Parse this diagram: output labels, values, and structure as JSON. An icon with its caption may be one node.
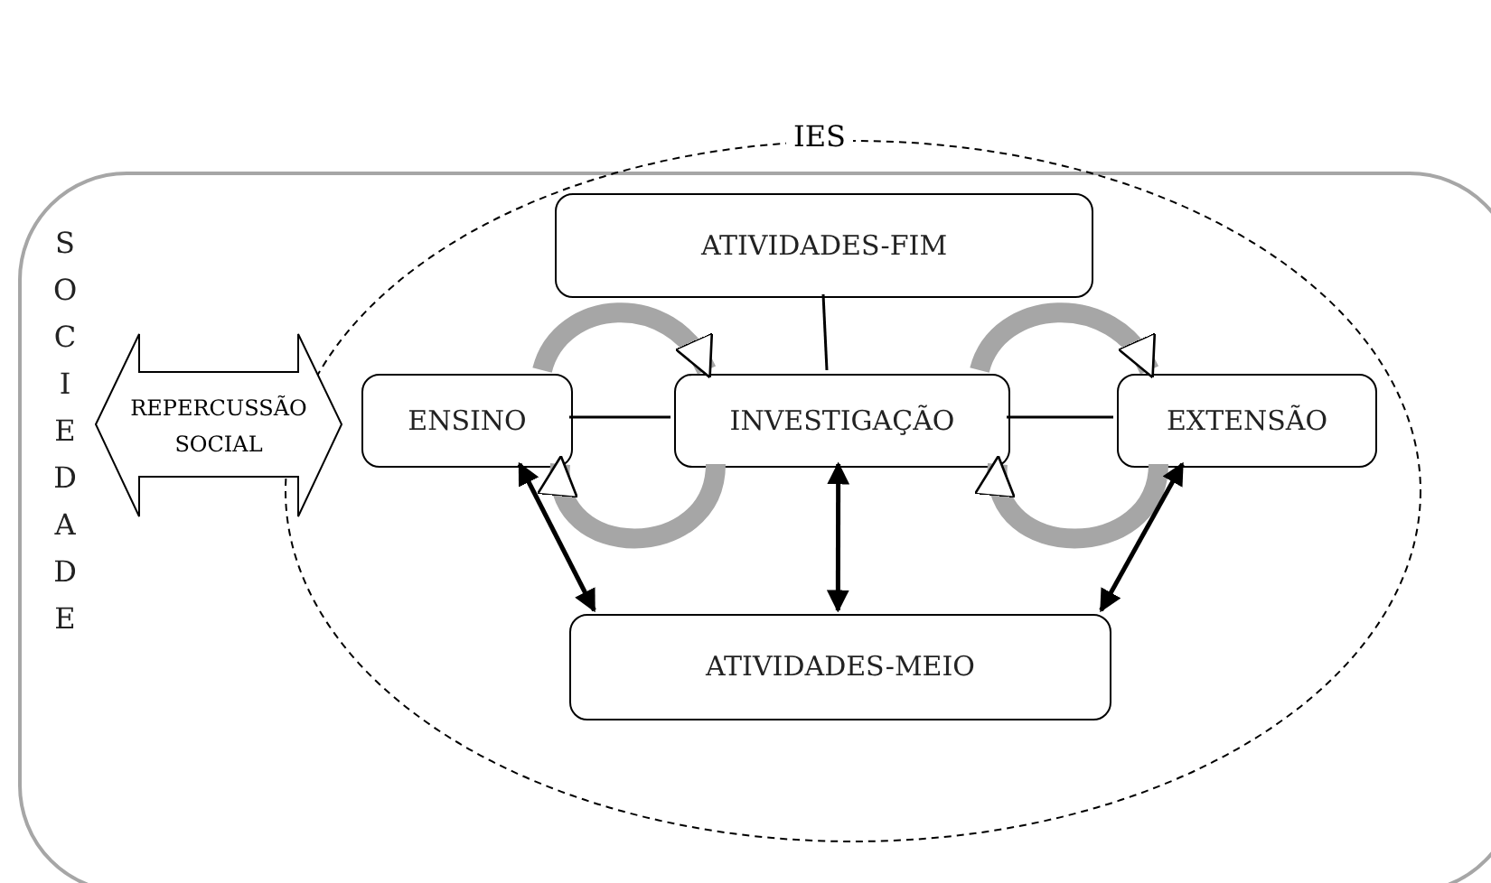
{
  "diagram": {
    "nodes": [
      {
        "text": [
          "SOCIEDADE"
        ]
      },
      {
        "text": [
          "IES"
        ],
        "in": 0
      },
      {
        "text": [
          "ATIVIDADES-FIM"
        ],
        "in": 1
      },
      {
        "text": [
          "ENSINO"
        ],
        "in": 1
      },
      {
        "text": [
          "INVESTIGAÇÃO"
        ],
        "in": 1
      },
      {
        "text": [
          "EXTENSÃO"
        ],
        "in": 1
      },
      {
        "text": [
          "ATIVIDADES-MEIO"
        ],
        "in": 1
      },
      {
        "text": [
          "REPERCUSSÃO SOCIAL"
        ],
        "in": 0
      }
    ],
    "edges": [
      {
        "from": 2,
        "to": 4,
        "arrow": "none"
      },
      {
        "from": 3,
        "to": 4,
        "arrow": "none"
      },
      {
        "from": 4,
        "to": 5,
        "arrow": "none"
      },
      {
        "from": 3,
        "to": 4,
        "arrow": "to",
        "style": "thick",
        "color": "#a6a6a6"
      },
      {
        "from": 4,
        "to": 3,
        "arrow": "to",
        "style": "thick",
        "color": "#a6a6a6"
      },
      {
        "from": 4,
        "to": 5,
        "arrow": "to",
        "style": "thick",
        "color": "#a6a6a6"
      },
      {
        "from": 5,
        "to": 4,
        "arrow": "to",
        "style": "thick",
        "color": "#a6a6a6"
      },
      {
        "from": 3,
        "to": 6,
        "arrow": "both"
      },
      {
        "from": 4,
        "to": 6,
        "arrow": "both"
      },
      {
        "from": 5,
        "to": 6,
        "arrow": "both"
      }
    ]
  }
}
